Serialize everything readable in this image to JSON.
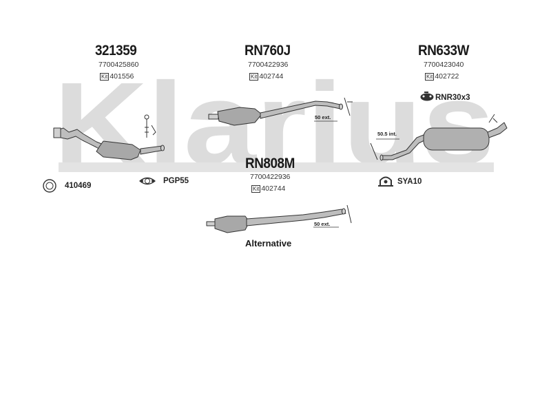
{
  "watermark": {
    "brand": "Klarius"
  },
  "parts": {
    "p1": {
      "number": "321359",
      "oem": "7700425860",
      "kit_tag": "Kit",
      "kit": "401556"
    },
    "p2": {
      "number": "RN760J",
      "oem": "7700422936",
      "kit_tag": "Kit",
      "kit": "402744"
    },
    "p3": {
      "number": "RN633W",
      "oem": "7700423040",
      "kit_tag": "Kit",
      "kit": "402722"
    },
    "p4": {
      "number": "RN808M",
      "oem": "7700422936",
      "kit_tag": "Kit",
      "kit": "402744"
    }
  },
  "accessories": {
    "a1": {
      "label": "410469",
      "icon": "gasket-ring-icon"
    },
    "a2": {
      "label": "PGP55",
      "icon": "flange-gasket-icon"
    },
    "a3": {
      "label": "RNR30x3",
      "icon": "rubber-mount-icon"
    },
    "a4": {
      "label": "SYA10",
      "icon": "clamp-icon"
    }
  },
  "extensions": {
    "e1": "50 ext.",
    "e2": "50.5 int.",
    "e3": "50 ext."
  },
  "alternative_label": "Alternative",
  "colors": {
    "watermark": "#d9d9d9",
    "line": "#333333",
    "metal": "#bdbdbd"
  }
}
